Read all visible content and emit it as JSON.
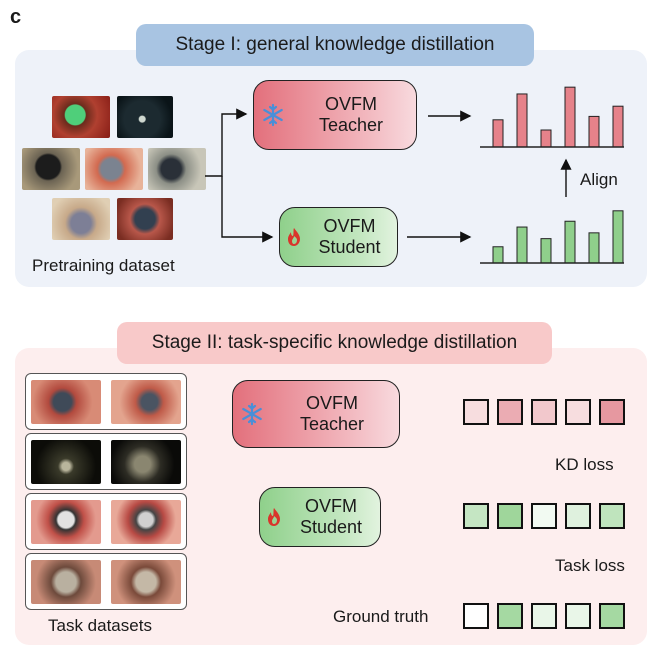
{
  "panel_label": "c",
  "stage1": {
    "title": "Stage I: general knowledge distillation",
    "teacher": {
      "line1": "OVFM",
      "line2": "Teacher"
    },
    "student": {
      "line1": "OVFM",
      "line2": "Student"
    },
    "dataset_caption": "Pretraining dataset",
    "align_label": "Align",
    "teacher_bars": [
      0.4,
      0.78,
      0.25,
      0.88,
      0.45,
      0.6
    ],
    "student_bars": [
      0.28,
      0.62,
      0.42,
      0.72,
      0.52,
      0.9
    ]
  },
  "stage2": {
    "title": "Stage II: task-specific knowledge distillation",
    "teacher": {
      "line1": "OVFM",
      "line2": "Teacher"
    },
    "student": {
      "line1": "OVFM",
      "line2": "Student"
    },
    "dataset_caption": "Task datasets",
    "kd_loss_label": "KD loss",
    "task_loss_label": "Task loss",
    "ground_truth_label": "Ground truth",
    "teacher_cells": [
      0.25,
      0.6,
      0.4,
      0.25,
      0.75
    ],
    "student_cells": [
      0.45,
      0.75,
      0.1,
      0.25,
      0.5
    ],
    "ground_truth_cells": [
      0.0,
      0.8,
      0.2,
      0.2,
      0.8
    ]
  },
  "colors": {
    "teacher_bar": "#e6828a",
    "student_bar": "#8fcf8b",
    "teacher_cell_dark": "#de7580",
    "student_cell_dark": "#7fc87a",
    "gt_green": "#8fd08b",
    "snowflake": "#4a8fd8",
    "flame": "#d9342b"
  },
  "icons": {
    "teacher": "snowflake-icon",
    "student": "flame-icon"
  }
}
